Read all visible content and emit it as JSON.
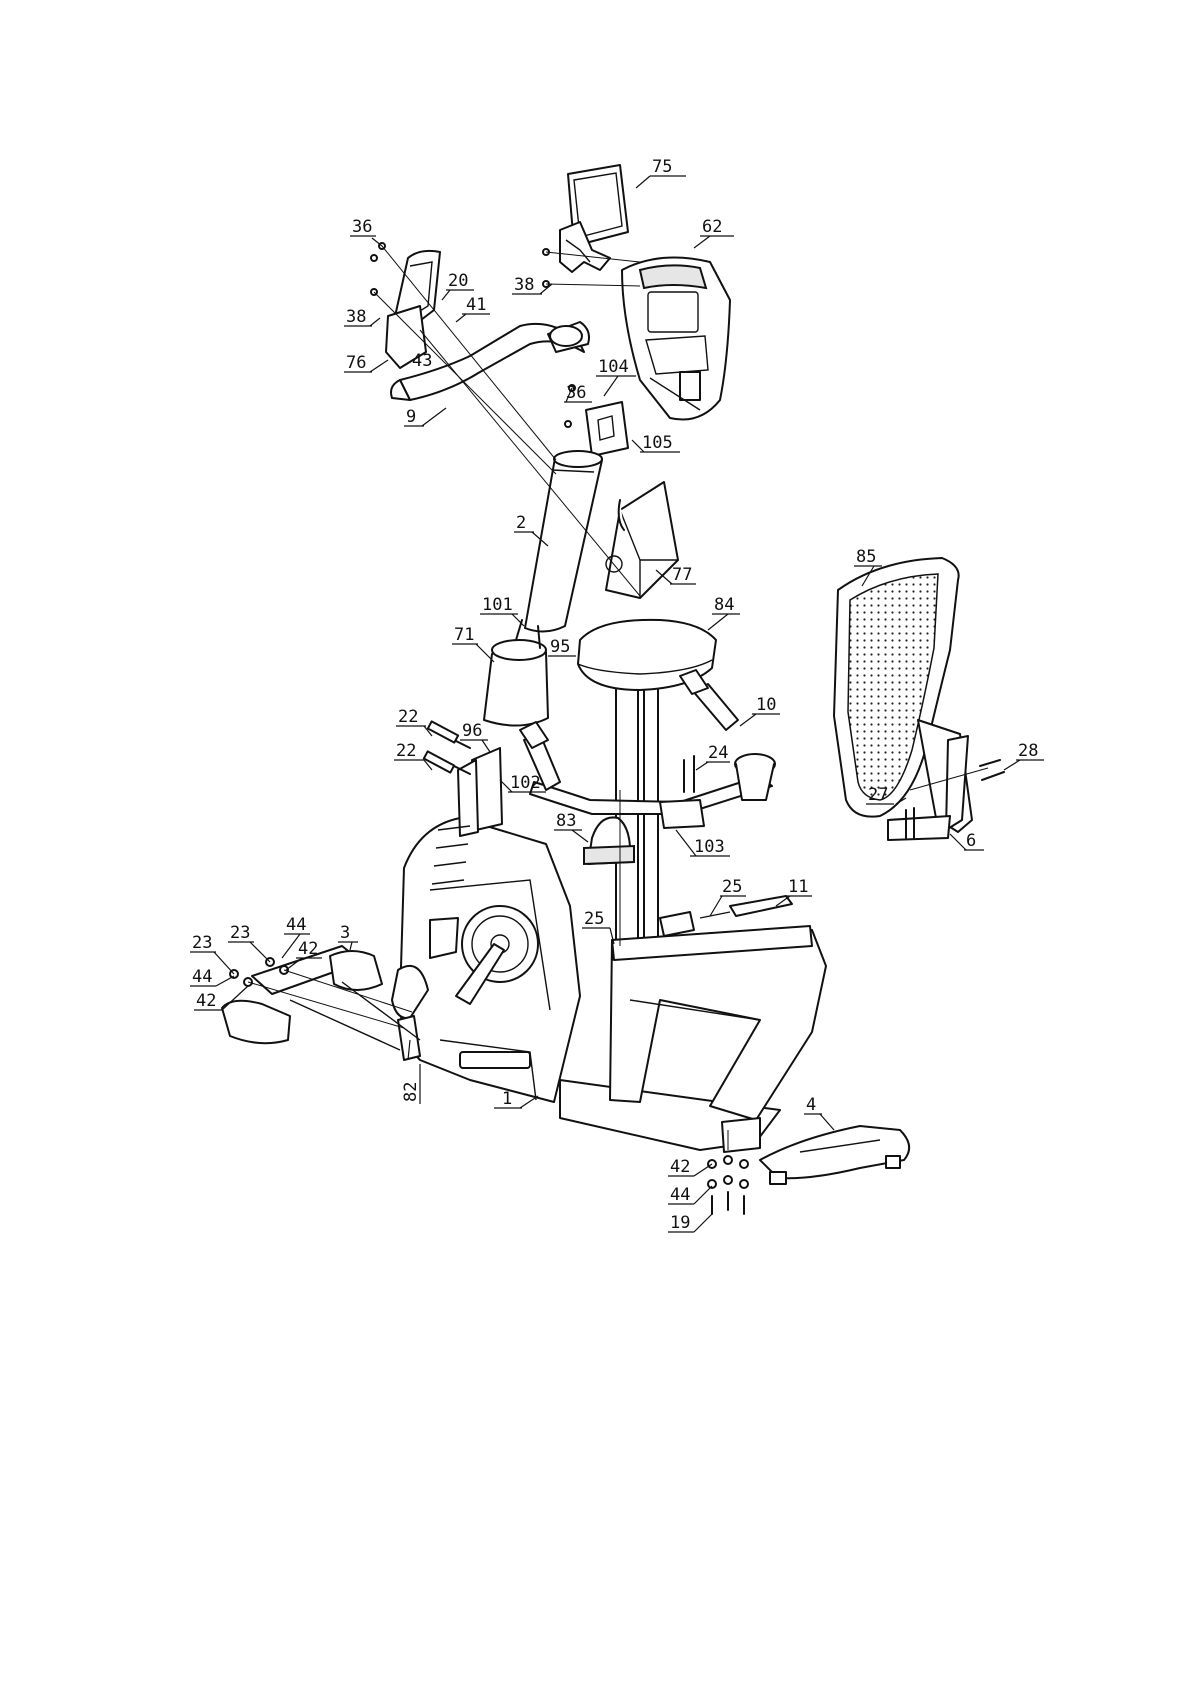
{
  "callouts": [
    {
      "id": "c75",
      "text": "75"
    },
    {
      "id": "c62",
      "text": "62"
    },
    {
      "id": "c36a",
      "text": "36"
    },
    {
      "id": "c20",
      "text": "20"
    },
    {
      "id": "c41",
      "text": "41"
    },
    {
      "id": "c38a",
      "text": "38"
    },
    {
      "id": "c38b",
      "text": "38"
    },
    {
      "id": "c76",
      "text": "76"
    },
    {
      "id": "c43",
      "text": "43"
    },
    {
      "id": "c104",
      "text": "104"
    },
    {
      "id": "c36b",
      "text": "36"
    },
    {
      "id": "c105",
      "text": "105"
    },
    {
      "id": "c9",
      "text": "9"
    },
    {
      "id": "c2",
      "text": "2"
    },
    {
      "id": "c77",
      "text": "77"
    },
    {
      "id": "c85",
      "text": "85"
    },
    {
      "id": "c84",
      "text": "84"
    },
    {
      "id": "c101",
      "text": "101"
    },
    {
      "id": "c95",
      "text": "95"
    },
    {
      "id": "c71",
      "text": "71"
    },
    {
      "id": "c10",
      "text": "10"
    },
    {
      "id": "c22a",
      "text": "22"
    },
    {
      "id": "c96",
      "text": "96"
    },
    {
      "id": "c22b",
      "text": "22"
    },
    {
      "id": "c102",
      "text": "102"
    },
    {
      "id": "c24",
      "text": "24"
    },
    {
      "id": "c28",
      "text": "28"
    },
    {
      "id": "c27",
      "text": "27"
    },
    {
      "id": "c6",
      "text": "6"
    },
    {
      "id": "c83",
      "text": "83"
    },
    {
      "id": "c103",
      "text": "103"
    },
    {
      "id": "c25a",
      "text": "25"
    },
    {
      "id": "c11",
      "text": "11"
    },
    {
      "id": "c25b",
      "text": "25"
    },
    {
      "id": "c23a",
      "text": "23"
    },
    {
      "id": "c44a",
      "text": "44"
    },
    {
      "id": "c3",
      "text": "3"
    },
    {
      "id": "c23b",
      "text": "23"
    },
    {
      "id": "c42a",
      "text": "42"
    },
    {
      "id": "c44b",
      "text": "44"
    },
    {
      "id": "c42b",
      "text": "42"
    },
    {
      "id": "c82",
      "text": "82"
    },
    {
      "id": "c1",
      "text": "1"
    },
    {
      "id": "c4",
      "text": "4"
    },
    {
      "id": "c42c",
      "text": "42"
    },
    {
      "id": "c44c",
      "text": "44"
    },
    {
      "id": "c19",
      "text": "19"
    }
  ]
}
